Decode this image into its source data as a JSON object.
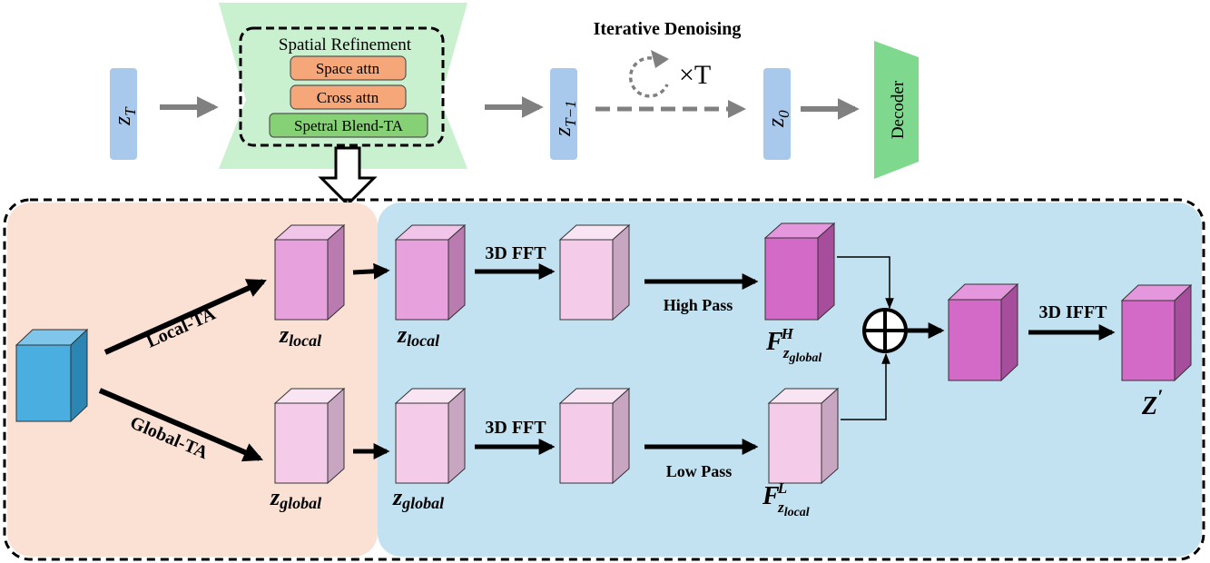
{
  "pipeline": {
    "zt_label": "z",
    "zt_sub": "T",
    "ztm1_label": "z",
    "ztm1_sub": "T−1",
    "z0_label": "z",
    "z0_sub": "0",
    "decoder_label": "Decoder",
    "iterative_title": "Iterative Denoising",
    "times_t": "×T"
  },
  "spatial_refinement": {
    "title": "Spatial Refinement",
    "space_attn": "Space attn",
    "cross_attn": "Cross attn",
    "blend_ta": "Spetral Blend-TA"
  },
  "detail": {
    "local_ta": "Local-TA",
    "global_ta": "Global-TA",
    "z_local_1": "z",
    "z_local_1_sub": "local",
    "z_global_1": "z",
    "z_global_1_sub": "global",
    "z_local_2": "z",
    "z_local_2_sub": "local",
    "z_global_2": "z",
    "z_global_2_sub": "global",
    "fft_top": "3D FFT",
    "fft_bottom": "3D FFT",
    "high_pass": "High Pass",
    "low_pass": "Low Pass",
    "f_high": "F",
    "f_high_sup": "H",
    "f_high_sub_z": "z",
    "f_high_sub": "global",
    "f_low": "F",
    "f_low_sup": "L",
    "f_low_sub_z": "z",
    "f_low_sub": "local",
    "ifft": "3D IFFT",
    "z_prime": "Z",
    "z_prime_mark": "′"
  },
  "colors": {
    "latent_blue": "#a8c8ec",
    "decoder_green": "#7ed98e",
    "unet_green": "#c9f0cf",
    "attn_orange": "#f5a77a",
    "blend_green": "#86d175",
    "left_panel": "#fbe0d4",
    "right_panel": "#c2e2f2",
    "cube_blue": "#4aaee0",
    "cube_pink_light": "#f4cce9",
    "cube_pink_mid": "#e7a1dc",
    "cube_magenta": "#d46ac8"
  }
}
